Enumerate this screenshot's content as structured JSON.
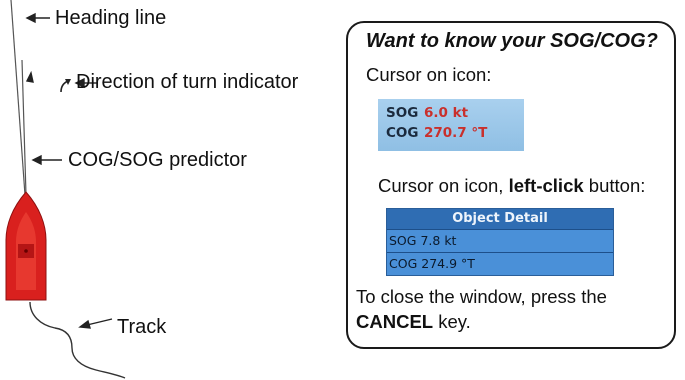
{
  "callouts": {
    "heading_line": "Heading line",
    "turn_indicator": "Direction of turn indicator",
    "cog_sog_predictor": "COG/SOG predictor",
    "track": "Track"
  },
  "info_box": {
    "title": "Want to know your SOG/COG?",
    "hover_instruction": "Cursor on icon:",
    "hover_popup": {
      "sog_label": "SOG",
      "sog_value": "6.0 kt",
      "cog_label": "COG",
      "cog_value": "270.7 °T"
    },
    "click_instruction_prefix": "Cursor on icon, ",
    "click_instruction_bold": "left-click",
    "click_instruction_suffix": " button:",
    "object_detail": {
      "header": "Object Detail",
      "sog_label": "SOG",
      "sog_value": "7.8 kt",
      "cog_label": "COG",
      "cog_value": "274.9 °T"
    },
    "close_line1": "To close the window, press the",
    "close_key": "CANCEL",
    "close_suffix": " key."
  },
  "colors": {
    "vessel_red": "#d9201e",
    "popup_blue": "#9cc8ea",
    "detail_blue": "#4a90d8",
    "detail_header": "#2f6db3",
    "value_red": "#c9302c"
  }
}
